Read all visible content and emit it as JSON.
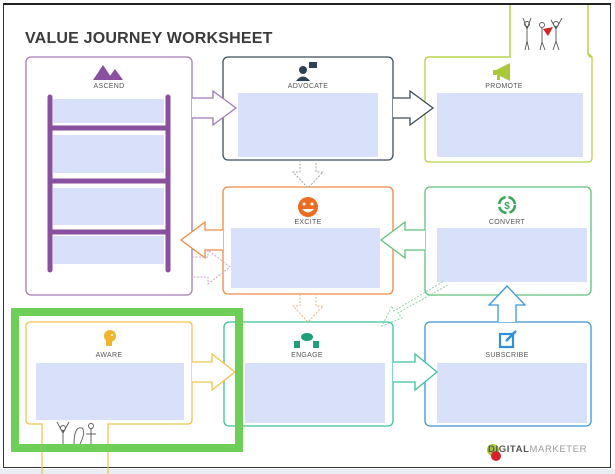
{
  "title": "VALUE JOURNEY WORKSHEET",
  "stages": [
    {
      "id": "ascend",
      "label": "ASCEND",
      "icon": "mountain-icon",
      "color": "#8a4f9e"
    },
    {
      "id": "advocate",
      "label": "ADVOCATE",
      "icon": "person-speech-icon",
      "color": "#3d4d5c"
    },
    {
      "id": "promote",
      "label": "PROMOTE",
      "icon": "megaphone-icon",
      "color": "#a9c93a"
    },
    {
      "id": "excite",
      "label": "EXCITE",
      "icon": "smiley-icon",
      "color": "#ef7d2f"
    },
    {
      "id": "convert",
      "label": "CONVERT",
      "icon": "dollar-cycle-icon",
      "color": "#4cb86b"
    },
    {
      "id": "aware",
      "label": "AWARE",
      "icon": "head-lightbulb-icon",
      "color": "#f1b52e"
    },
    {
      "id": "engage",
      "label": "ENGAGE",
      "icon": "people-chat-icon",
      "color": "#2fb58e"
    },
    {
      "id": "subscribe",
      "label": "SUBSCRIBE",
      "icon": "edit-icon",
      "color": "#2f8fd8"
    }
  ],
  "colors": {
    "input_fill": "#d8e0fa",
    "highlight": "#6fce57"
  },
  "logo": {
    "bold": "DIGITAL",
    "light": "MARKETER"
  }
}
